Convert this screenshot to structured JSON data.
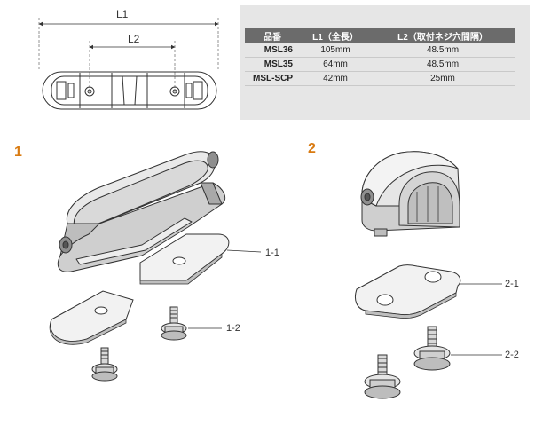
{
  "dimensions": {
    "l1": "L1",
    "l2": "L2"
  },
  "spec_table": {
    "headers": [
      "品番",
      "L1（全長）",
      "L2（取付ネジ穴間隔）"
    ],
    "rows": [
      [
        "MSL36",
        "105mm",
        "48.5mm"
      ],
      [
        "MSL35",
        "64mm",
        "48.5mm"
      ],
      [
        "MSL-SCP",
        "42mm",
        "25mm"
      ]
    ]
  },
  "sections": [
    {
      "number": "1",
      "parts": [
        "1-1",
        "1-2"
      ]
    },
    {
      "number": "2",
      "parts": [
        "2-1",
        "2-2"
      ]
    }
  ]
}
